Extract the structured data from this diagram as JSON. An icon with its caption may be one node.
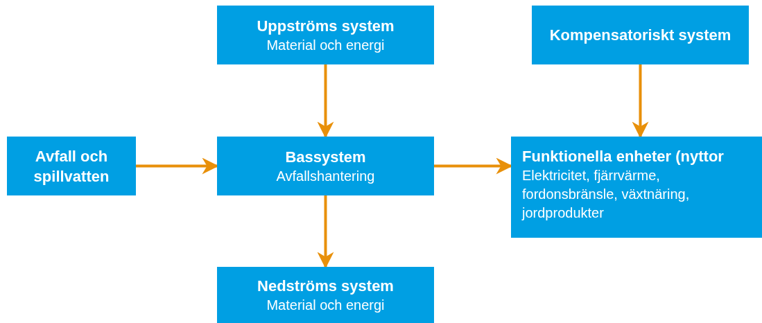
{
  "diagram": {
    "nodes": [
      {
        "text": [
          "Uppströms system",
          "Material och energi"
        ]
      },
      {
        "text": [
          "Kompensatoriskt system"
        ]
      },
      {
        "text": [
          "Avfall och spillvatten"
        ]
      },
      {
        "text": [
          "Bassystem",
          "Avfallshantering"
        ]
      },
      {
        "text": [
          "Funktionella enheter (nyttor",
          "Elektricitet, fjärrvärme, fordonsbränsle, växtnäring, jordprodukter"
        ]
      },
      {
        "text": [
          "Nedströms system",
          "Material och energi"
        ]
      }
    ],
    "edges": [
      {
        "from": 0,
        "to": 3,
        "arrow": "to"
      },
      {
        "from": 1,
        "to": 4,
        "arrow": "to"
      },
      {
        "from": 2,
        "to": 3,
        "arrow": "to"
      },
      {
        "from": 3,
        "to": 4,
        "arrow": "to"
      },
      {
        "from": 3,
        "to": 5,
        "arrow": "to"
      }
    ]
  }
}
